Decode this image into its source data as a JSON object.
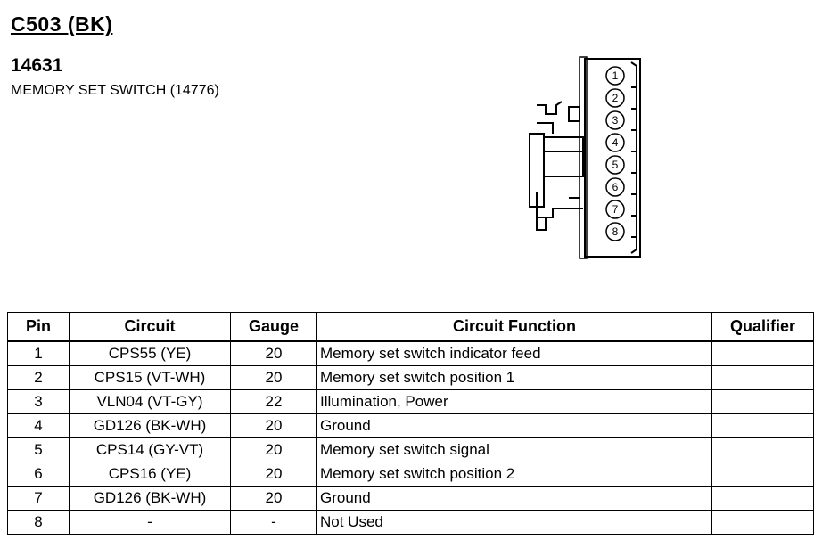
{
  "connector_id": "C503 (BK)",
  "part_number": "14631",
  "part_description": "MEMORY SET SWITCH (14776)",
  "diagram": {
    "pin_labels": [
      "1",
      "2",
      "3",
      "4",
      "5",
      "6",
      "7",
      "8"
    ]
  },
  "table": {
    "headers": [
      "Pin",
      "Circuit",
      "Gauge",
      "Circuit Function",
      "Qualifier"
    ],
    "rows": [
      {
        "pin": "1",
        "circuit": "CPS55 (YE)",
        "gauge": "20",
        "function": "Memory set switch indicator feed",
        "qualifier": ""
      },
      {
        "pin": "2",
        "circuit": "CPS15 (VT-WH)",
        "gauge": "20",
        "function": "Memory set switch position 1",
        "qualifier": ""
      },
      {
        "pin": "3",
        "circuit": "VLN04 (VT-GY)",
        "gauge": "22",
        "function": "Illumination, Power",
        "qualifier": ""
      },
      {
        "pin": "4",
        "circuit": "GD126 (BK-WH)",
        "gauge": "20",
        "function": "Ground",
        "qualifier": ""
      },
      {
        "pin": "5",
        "circuit": "CPS14 (GY-VT)",
        "gauge": "20",
        "function": "Memory set switch signal",
        "qualifier": ""
      },
      {
        "pin": "6",
        "circuit": "CPS16 (YE)",
        "gauge": "20",
        "function": "Memory set switch position 2",
        "qualifier": ""
      },
      {
        "pin": "7",
        "circuit": "GD126 (BK-WH)",
        "gauge": "20",
        "function": "Ground",
        "qualifier": ""
      },
      {
        "pin": "8",
        "circuit": "-",
        "gauge": "-",
        "function": "Not Used",
        "qualifier": ""
      }
    ]
  }
}
